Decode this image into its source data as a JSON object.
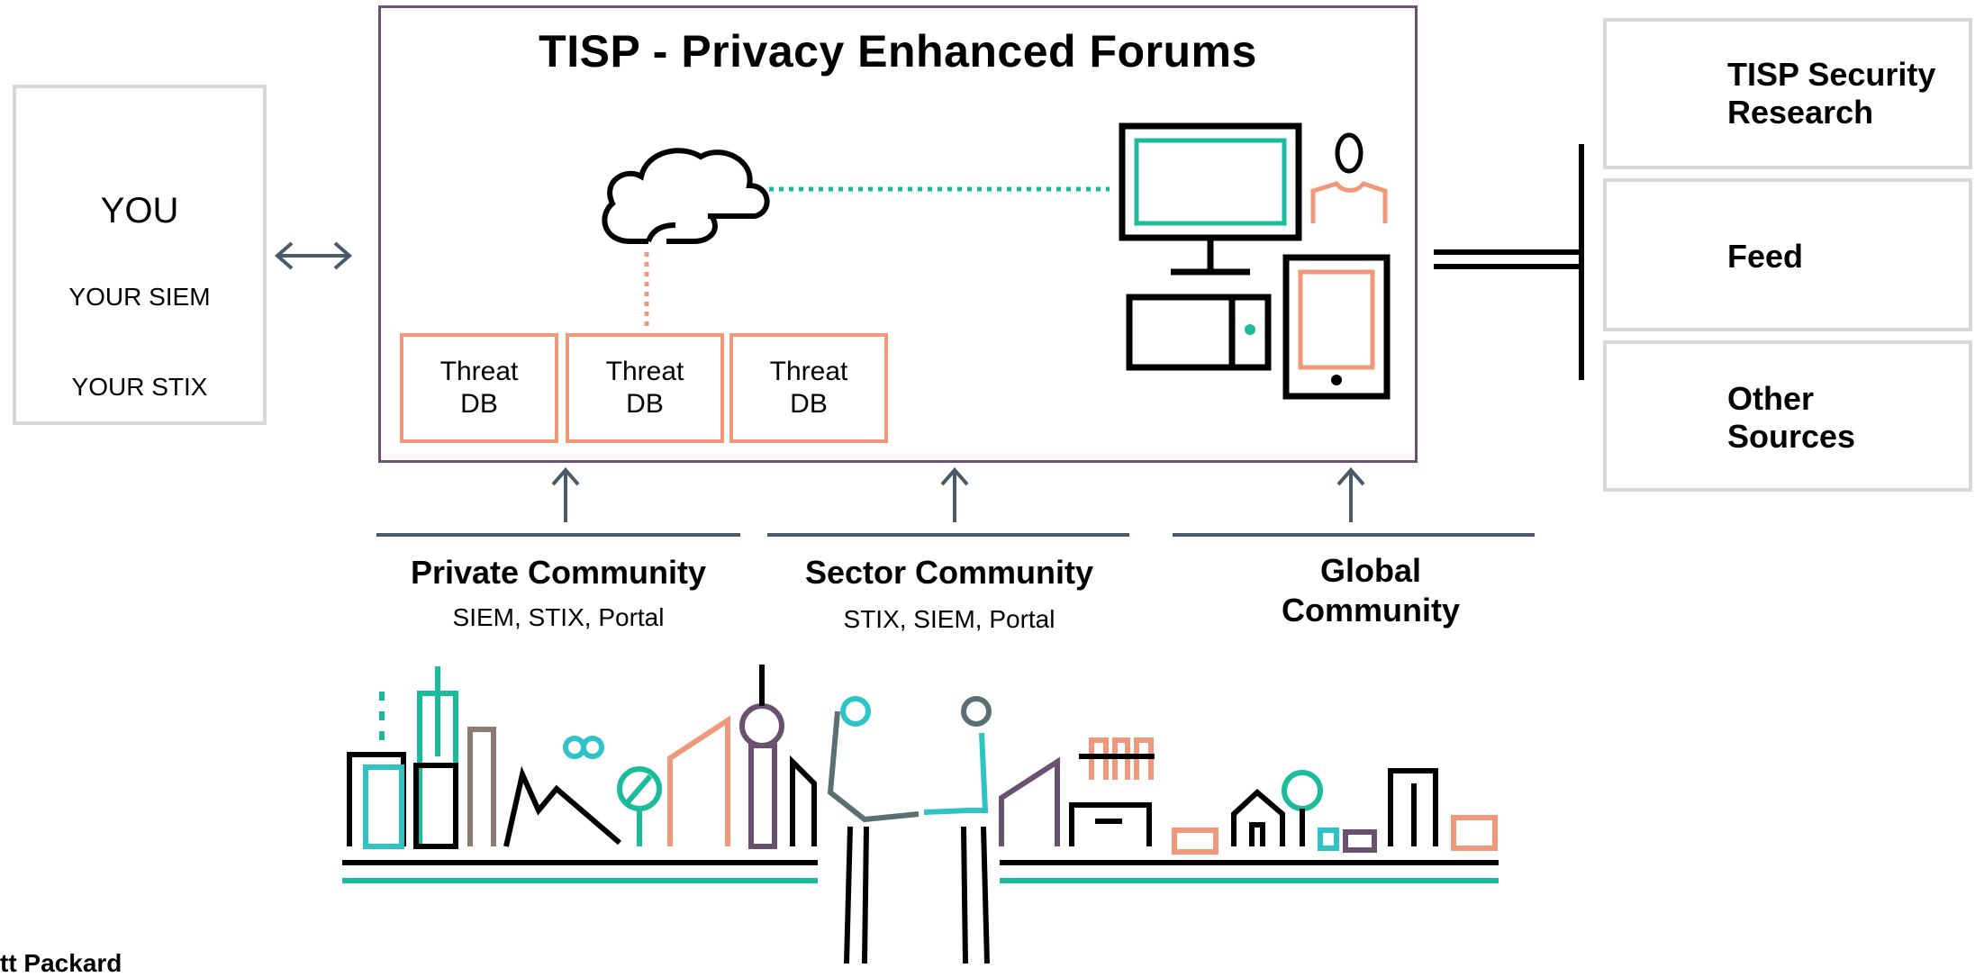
{
  "title": "TISP - Privacy Enhanced Forums",
  "left_panel": {
    "you_label": "YOU",
    "siem_label": "YOUR SIEM",
    "stix_label": "YOUR STIX"
  },
  "threat_dbs": [
    {
      "line1": "Threat",
      "line2": "DB"
    },
    {
      "line1": "Threat",
      "line2": "DB"
    },
    {
      "line1": "Threat",
      "line2": "DB"
    }
  ],
  "sources": [
    {
      "line1": "TISP Security",
      "line2": "Research",
      "icon": "lock-icon"
    },
    {
      "line1": "Feed",
      "line2": "",
      "icon": "feed-network-icon"
    },
    {
      "line1": "Other",
      "line2": "Sources",
      "icon": "square-target-icon"
    }
  ],
  "communities": [
    {
      "title": "Private Community",
      "sub": "SIEM,  STIX, Portal"
    },
    {
      "title": "Sector Community",
      "sub": "STIX,  SIEM, Portal"
    },
    {
      "title_line1": "Global",
      "title_line2": "Community"
    }
  ],
  "footer": {
    "logo_text": "tt Packard"
  },
  "colors": {
    "accent_teal": "#1abc9c",
    "accent_orange": "#f2987a",
    "accent_purple": "#6b5170",
    "arrow_gray": "#4a5a68",
    "border_gray": "#d9d9d9"
  }
}
